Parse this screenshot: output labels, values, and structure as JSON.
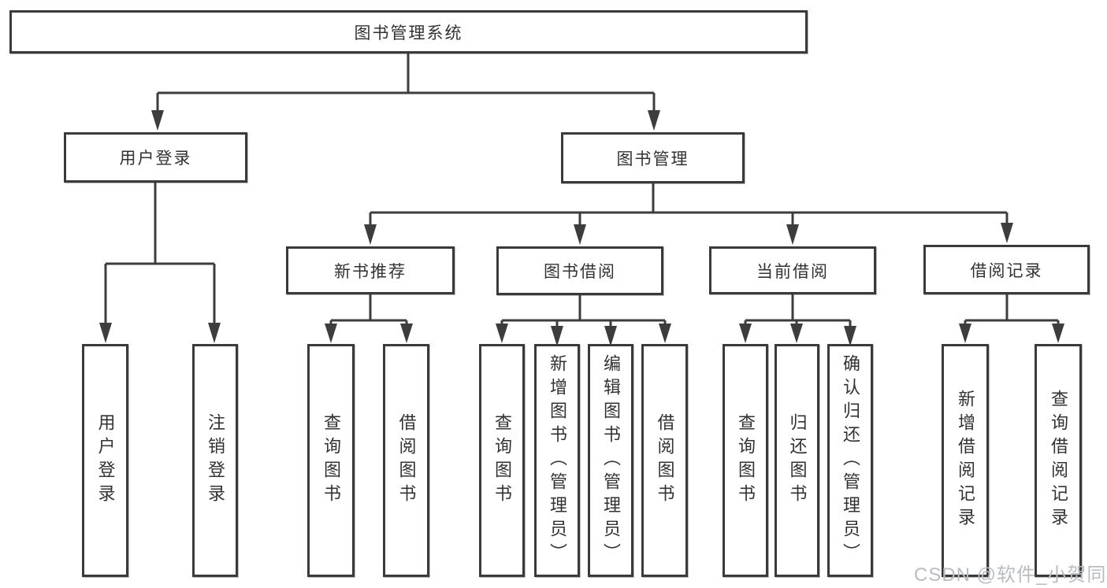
{
  "diagram": {
    "root": "图书管理系统",
    "branches": {
      "user_login": "用户登录",
      "book_mgmt": "图书管理"
    },
    "modules": {
      "new_book": "新书推荐",
      "book_borrow": "图书借阅",
      "current_borrow": "当前借阅",
      "borrow_record": "借阅记录"
    },
    "leaves": {
      "user_login": [
        "用户登录",
        "注销登录"
      ],
      "new_book": [
        "查询图书",
        "借阅图书"
      ],
      "book_borrow": [
        "查询图书",
        "新增图书（管理员）",
        "编辑图书（管理员）",
        "借阅图书"
      ],
      "current_borrow": [
        "查询图书",
        "归还图书",
        "确认归还（管理员）"
      ],
      "borrow_record": [
        "新增借阅记录",
        "查询借阅记录"
      ]
    }
  },
  "watermark": "CSDN @软件_小贺同学",
  "colors": {
    "line": "#3d3d3d",
    "text": "#323232",
    "watermark": "#b9bdc3",
    "background": "#ffffff"
  }
}
